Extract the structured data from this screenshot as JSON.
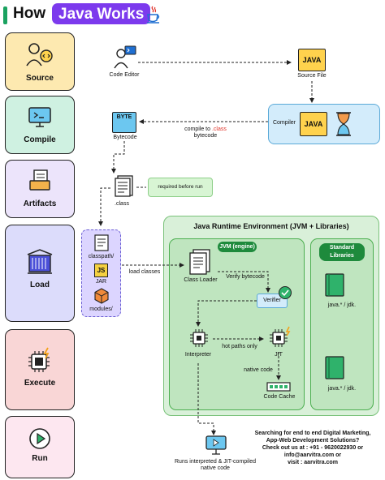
{
  "title": {
    "prefix": "How",
    "highlight": "Java Works"
  },
  "stages": [
    {
      "label": "Source",
      "color": "#fde9b0"
    },
    {
      "label": "Compile",
      "color": "#cff1e1"
    },
    {
      "label": "Artifacts",
      "color": "#ece4fb"
    },
    {
      "label": "Load",
      "color": "#dcdcfb"
    },
    {
      "label": "Execute",
      "color": "#f9d6d6"
    },
    {
      "label": "Run",
      "color": "#fde7f0"
    }
  ],
  "nodes": {
    "code_editor": "Code Editor",
    "source_file": "Source File",
    "java_file_text": "JAVA",
    "compiler": "Compiler",
    "compiler_java_text": "JAVA",
    "bytecode": "Bytecode",
    "byte_text": "BYTE",
    "compile_edge_line1": "compile to .class",
    "compile_edge_line2": "bytecode",
    "class_file": ".class",
    "required_note": "required before run",
    "classpath": "classpath/",
    "jar": "JAR",
    "js_text": "JS",
    "modules": "modules/",
    "load_classes": "load classes",
    "jre_title": "Java Runtime Environment (JVM + Libraries)",
    "jvm_badge": "JVM (engine)",
    "class_loader": "Class Loader",
    "verify_bytecode": "Verify bytecode",
    "verifier": "Verifier",
    "interpreter": "Interpreter",
    "hot_paths": "hot paths only",
    "jit": "JIT",
    "native_code": "native code",
    "code_cache": "Code Cache",
    "std_libs_line1": "Standard",
    "std_libs_line2": "Libraries",
    "java_jdk_1": "java.* / jdk.",
    "java_jdk_2": "java.* / jdk.",
    "runs_line1": "Runs interpreted & JIT-compiled",
    "runs_line2": "native code"
  },
  "footer": {
    "line1": "Searching for end to end Digital Marketing,",
    "line2": "App-Web Development Solutions?",
    "line3": "Check out us at : +91 - 9620022930 or",
    "line4": "info@aarvitra.com or",
    "line5": "visit : aarvitra.com"
  },
  "colors": {
    "accent_green": "#1aa260",
    "pill_purple": "#7c3aed",
    "jvm_green": "#1e8a3c",
    "blue": "#1f6fd1",
    "red": "#e0342a"
  }
}
